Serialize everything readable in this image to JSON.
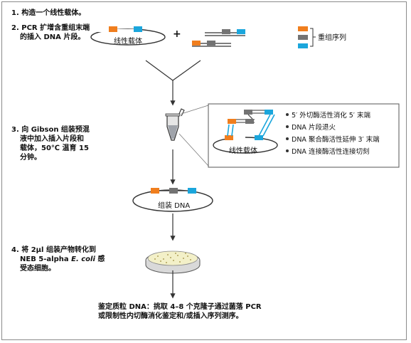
{
  "steps": {
    "s1": "1. 构造一个线性载体。",
    "s2_line1": "2. PCR 扩增含重组末端",
    "s2_line2": "的插入 DNA 片段。",
    "s3_line1": "3. 向 Gibson 组装预混",
    "s3_line2": "液中加入插入片段和",
    "s3_line3": "载体，50℃ 温育 15",
    "s3_line4": "分钟。",
    "s4_line1": "4. 将 2μl 组装产物转化到",
    "s4_line2_a": "NEB 5-alpha ",
    "s4_line2_b": "E. coli",
    "s4_line2_c": " 感",
    "s4_line3": "受态细胞。",
    "s5_line1": "鉴定质粒 DNA：挑取 4–8 个克隆子通过菌落 PCR",
    "s5_line2": "或限制性内切酶消化鉴定和/或插入序列测序。"
  },
  "labels": {
    "linear_vector_top": "线性载体",
    "plus": "+",
    "recomb_legend": "重组序列",
    "linear_vector_detail": "线性载体",
    "assembled": "组装 DNA"
  },
  "bullets": [
    "5′ 外切酶活性消化 5′ 末端",
    "DNA 片段退火",
    "DNA 聚合酶活性延伸 3′ 末端",
    "DNA 连接酶活性连接切刻"
  ],
  "colors": {
    "orange": "#f07e1e",
    "gray": "#737373",
    "blue": "#1ba6dc",
    "line": "#333333",
    "petri": "#f3f0c8"
  }
}
